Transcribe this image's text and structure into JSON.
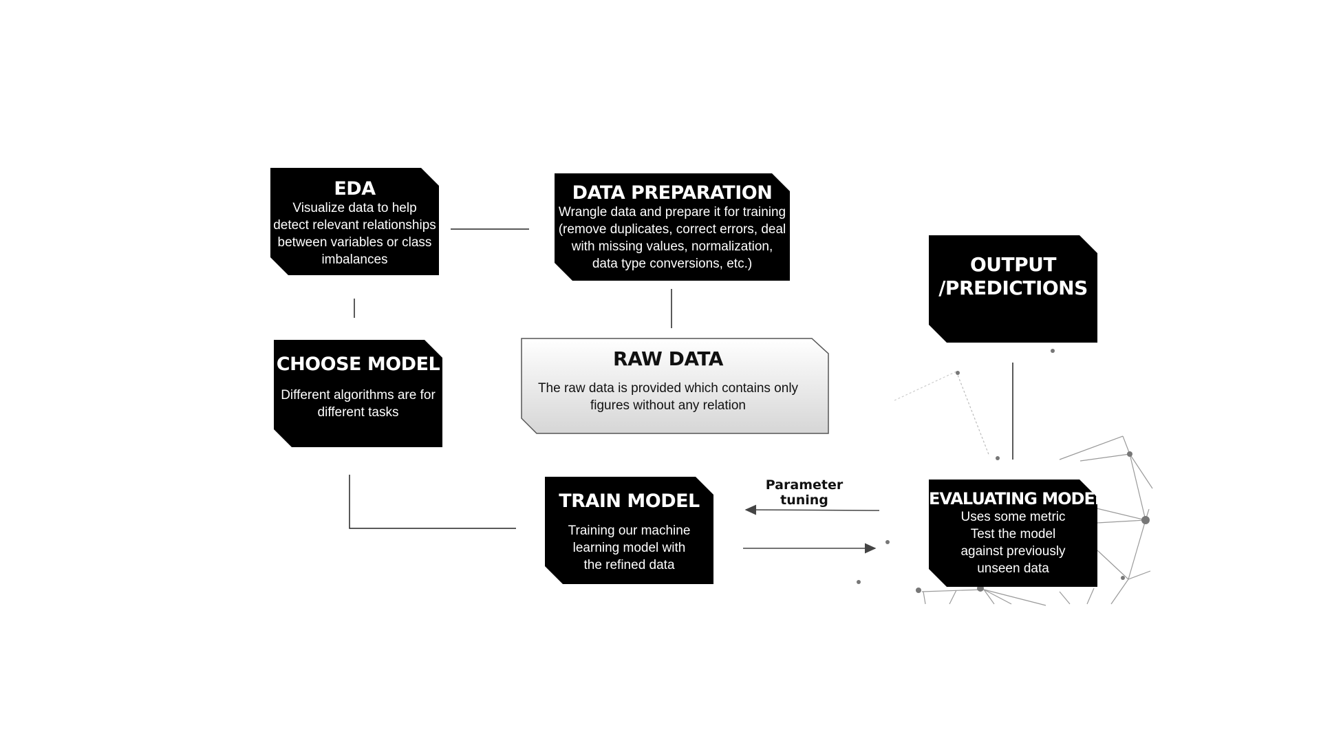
{
  "eda": {
    "title": "EDA",
    "desc": "Visualize data to help detect relevant relationships between variables or class imbalances"
  },
  "data_prep": {
    "title": "DATA PREPARATION",
    "desc": "Wrangle data and prepare it for training (remove duplicates, correct errors, deal with missing values, normalization, data type conversions, etc.)"
  },
  "output": {
    "title_line1": "OUTPUT",
    "title_line2": "/PREDICTIONS"
  },
  "choose_model": {
    "title": "CHOOSE MODEL",
    "desc": "Different algorithms are for different tasks"
  },
  "raw_data": {
    "title": "RAW DATA",
    "desc": "The raw data is provided which contains only figures without any relation"
  },
  "train_model": {
    "title": "TRAIN MODEL",
    "desc": "Training our machine learning model with the refined data"
  },
  "evaluating_model": {
    "title": "EVALUATING MODEL",
    "desc_line1": "Uses some metric",
    "desc_line2": "Test the model",
    "desc_line3": "against previously",
    "desc_line4": "unseen data"
  },
  "parameter_tuning": {
    "label": "Parameter tuning"
  },
  "colors": {
    "box": "#000000",
    "raw_fill_top": "#ffffff",
    "raw_fill_bottom": "#d9d9d9",
    "line": "#222222"
  }
}
